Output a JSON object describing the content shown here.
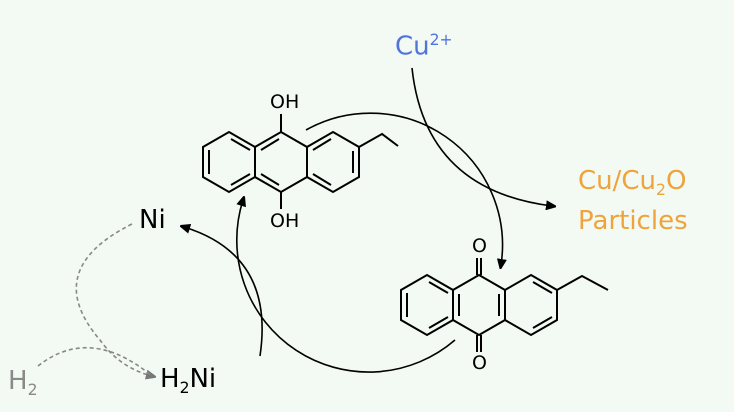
{
  "labels": {
    "cu_ion": {
      "base": "Cu",
      "sup": "2+"
    },
    "product_line1": {
      "a": "Cu/Cu",
      "sub": "2",
      "b": "O"
    },
    "product_line2": "Particles",
    "ni": "Ni",
    "h2ni": {
      "a": "H",
      "sub": "2",
      "b": "Ni"
    },
    "h2": {
      "a": "H",
      "sub": "2"
    },
    "oh_top": "OH",
    "oh_bottom": "OH",
    "o_top": "O",
    "o_bottom": "O"
  },
  "colors": {
    "cu_ion": "#4f74dc",
    "product": "#eea43a",
    "h2": "#8a8a8a",
    "ink": "#000000"
  }
}
